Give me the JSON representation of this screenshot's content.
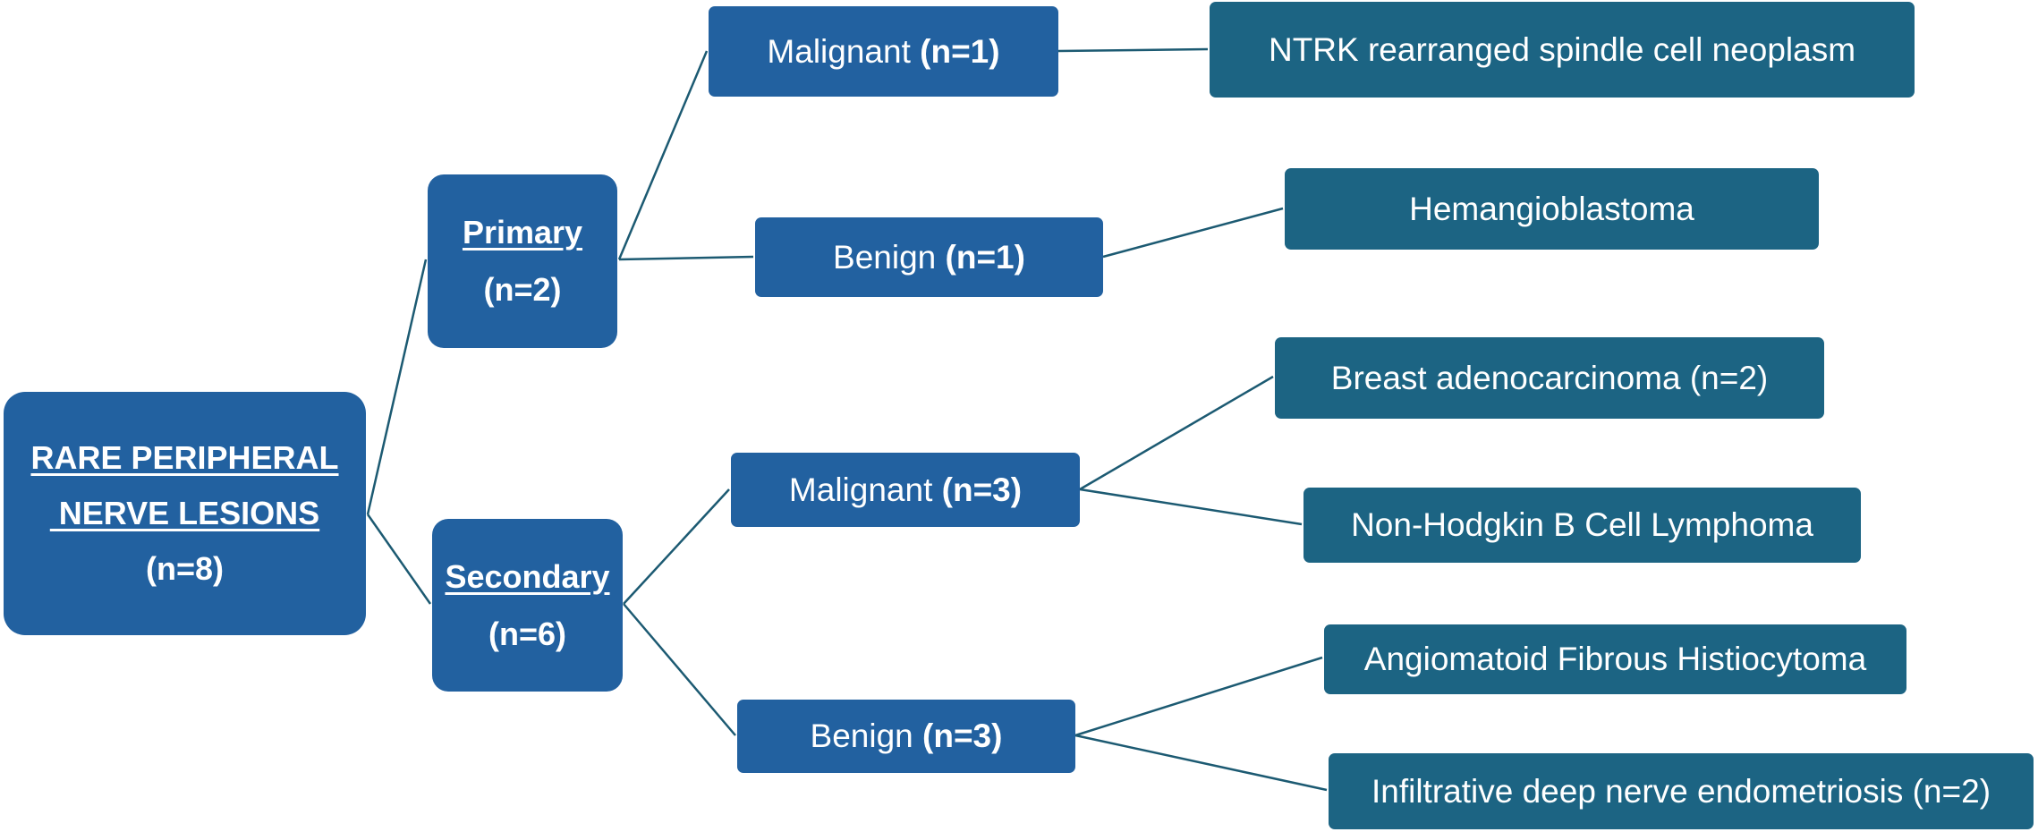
{
  "root": {
    "title_line1": "RARE PERIPHERAL",
    "title_line2": " NERVE LESIONS",
    "count": "(n=8)"
  },
  "primary": {
    "title": "Primary",
    "count": "(n=2)",
    "malignant": {
      "label": "Malignant",
      "count": "(n=1)",
      "leaves": [
        "NTRK rearranged spindle cell neoplasm"
      ]
    },
    "benign": {
      "label": "Benign",
      "count": "(n=1)",
      "leaves": [
        "Hemangioblastoma"
      ]
    }
  },
  "secondary": {
    "title": "Secondary",
    "count": "(n=6)",
    "malignant": {
      "label": "Malignant",
      "count": "(n=3)",
      "leaves": [
        "Breast adenocarcinoma (n=2)",
        "Non-Hodgkin B Cell Lymphoma"
      ]
    },
    "benign": {
      "label": "Benign",
      "count": "(n=3)",
      "leaves": [
        "Angiomatoid Fibrous Histiocytoma",
        "Infiltrative deep nerve endometriosis (n=2)"
      ]
    }
  },
  "colors": {
    "category_box": "#2261a0",
    "leaf_box": "#1c6483",
    "connector": "#1c5a72",
    "text": "#ffffff"
  }
}
